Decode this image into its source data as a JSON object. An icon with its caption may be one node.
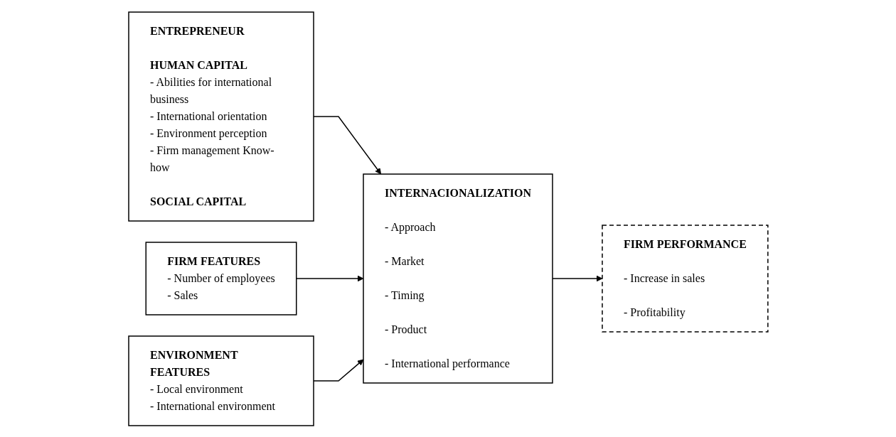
{
  "diagram": {
    "nodes": [
      {
        "text": [
          "ENTREPRENEUR",
          "HUMAN CAPITAL",
          "- Abilities for international business",
          "- International orientation",
          "- Environment perception",
          "- Firm management Know-how",
          "SOCIAL CAPITAL"
        ]
      },
      {
        "text": [
          "FIRM FEATURES",
          "- Number of employees",
          "- Sales"
        ]
      },
      {
        "text": [
          "ENVIRONMENT FEATURES",
          "- Local environment",
          "- International environment"
        ]
      },
      {
        "text": [
          "INTERNACIONALIZATION",
          "- Approach",
          "- Market",
          "- Timing",
          "- Product",
          "- International performance"
        ]
      },
      {
        "text": [
          "FIRM PERFORMANCE",
          "- Increase in sales",
          "- Profitability"
        ]
      }
    ],
    "edges": [
      {
        "from": 0,
        "to": 3,
        "arrow": "to"
      },
      {
        "from": 1,
        "to": 3,
        "arrow": "to"
      },
      {
        "from": 2,
        "to": 3,
        "arrow": "to"
      },
      {
        "from": 3,
        "to": 4,
        "arrow": "to"
      }
    ]
  }
}
